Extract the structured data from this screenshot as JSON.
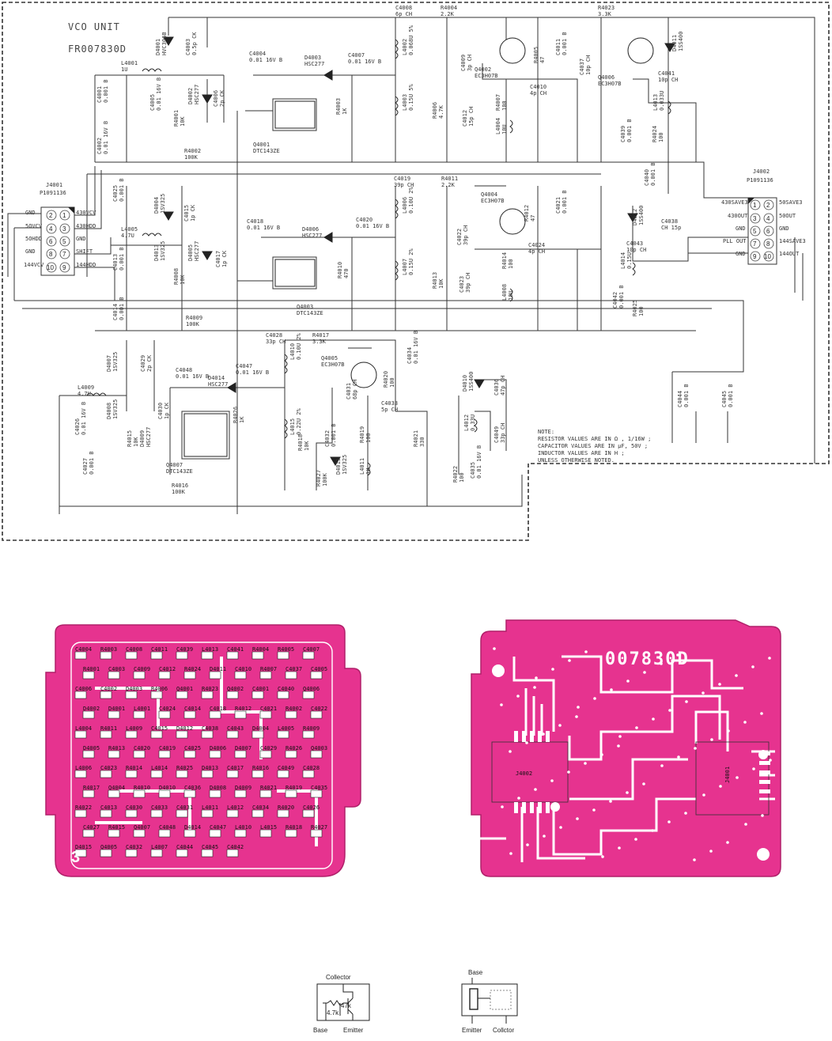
{
  "schematic": {
    "title": "VCO UNIT",
    "part_number": "FR007830D",
    "connectors": {
      "j4001": {
        "ref": "J4001",
        "part": "P1091136",
        "left_pins": [
          "GND",
          "5OVCV",
          "5OHDD",
          "GND",
          "144VCV"
        ],
        "right_pins": [
          "430VCV",
          "430HDD",
          "GND",
          "SHIFT",
          "144HDD"
        ],
        "pin_numbers": [
          "2",
          "1",
          "4",
          "3",
          "6",
          "5",
          "8",
          "7",
          "10",
          "9"
        ]
      },
      "j4002": {
        "ref": "J4002",
        "part": "P1091136",
        "left_pins": [
          "430SAVE3",
          "430OUT",
          "GND",
          "PLL OUT",
          "GND"
        ],
        "right_pins": [
          "50SAVE3",
          "50OUT",
          "GND",
          "144SAVE3",
          "144OUT"
        ],
        "pin_numbers": [
          "1",
          "2",
          "3",
          "4",
          "5",
          "6",
          "7",
          "8",
          "9",
          "10"
        ]
      }
    },
    "components": [
      {
        "ref": "C4001",
        "value": "0.001 B"
      },
      {
        "ref": "C4002",
        "value": "0.01 16V B"
      },
      {
        "ref": "L4001",
        "value": "1U"
      },
      {
        "ref": "C4005",
        "value": "0.01 16V B"
      },
      {
        "ref": "D4001",
        "value": "HVC306B"
      },
      {
        "ref": "R4001",
        "value": "10K"
      },
      {
        "ref": "C4003",
        "value": "0.5p CK"
      },
      {
        "ref": "D4002",
        "value": "HSC277"
      },
      {
        "ref": "C4006",
        "value": "2p CK"
      },
      {
        "ref": "R4002",
        "value": "100K"
      },
      {
        "ref": "C4004",
        "value": "0.01 16V B"
      },
      {
        "ref": "D4003",
        "value": "HSC277"
      },
      {
        "ref": "Q4001",
        "value": "DTC143ZE"
      },
      {
        "ref": "R4003",
        "value": "1K"
      },
      {
        "ref": "C4007",
        "value": "0.01 16V B"
      },
      {
        "ref": "L4002",
        "value": "0.068U 5%"
      },
      {
        "ref": "L4003",
        "value": "0.15U 5%"
      },
      {
        "ref": "C4008",
        "value": "6p CH"
      },
      {
        "ref": "R4004",
        "value": "2.2K"
      },
      {
        "ref": "C4009",
        "value": "3p CH"
      },
      {
        "ref": "C4012",
        "value": "15p CH"
      },
      {
        "ref": "R4006",
        "value": "4.7K"
      },
      {
        "ref": "R4007",
        "value": "100"
      },
      {
        "ref": "L4004",
        "value": "10U"
      },
      {
        "ref": "Q4002",
        "value": "EC3H07B"
      },
      {
        "ref": "R4005",
        "value": "47"
      },
      {
        "ref": "C4011",
        "value": "0.001 B"
      },
      {
        "ref": "C4010",
        "value": "4p CH"
      },
      {
        "ref": "C4037",
        "value": "10p CH"
      },
      {
        "ref": "R4023",
        "value": "3.3K"
      },
      {
        "ref": "Q4006",
        "value": "EC3H07B"
      },
      {
        "ref": "D4011",
        "value": "1SS400"
      },
      {
        "ref": "C4041",
        "value": "10p CH"
      },
      {
        "ref": "L4013",
        "value": "0.033U"
      },
      {
        "ref": "C4039",
        "value": "0.001 B"
      },
      {
        "ref": "R4024",
        "value": "100"
      },
      {
        "ref": "C4040",
        "value": "0.001 B"
      },
      {
        "ref": "C4025",
        "value": "0.001 B"
      },
      {
        "ref": "D4004",
        "value": "1SV325"
      },
      {
        "ref": "L4005",
        "value": "4.7U"
      },
      {
        "ref": "C4015",
        "value": "1p CK"
      },
      {
        "ref": "C4013",
        "value": "0.001 B"
      },
      {
        "ref": "D4013",
        "value": "1SV325"
      },
      {
        "ref": "R4008",
        "value": "10K"
      },
      {
        "ref": "D4005",
        "value": "HSC277"
      },
      {
        "ref": "C4017",
        "value": "1p CK"
      },
      {
        "ref": "C4014",
        "value": "0.001 B"
      },
      {
        "ref": "R4009",
        "value": "100K"
      },
      {
        "ref": "C4018",
        "value": "0.01 16V B"
      },
      {
        "ref": "D4006",
        "value": "HSC277"
      },
      {
        "ref": "Q4003",
        "value": "DTC143ZE"
      },
      {
        "ref": "R4010",
        "value": "470"
      },
      {
        "ref": "C4020",
        "value": "0.01 16V B"
      },
      {
        "ref": "L4006",
        "value": "0.10U 2%"
      },
      {
        "ref": "L4007",
        "value": "0.15U 2%"
      },
      {
        "ref": "C4019",
        "value": "39p CH"
      },
      {
        "ref": "R4011",
        "value": "2.2K"
      },
      {
        "ref": "Q4004",
        "value": "EC3H07B"
      },
      {
        "ref": "R4012",
        "value": "47"
      },
      {
        "ref": "C4021",
        "value": "0.001 B"
      },
      {
        "ref": "C4022",
        "value": "39p CH"
      },
      {
        "ref": "C4023",
        "value": "39p CH"
      },
      {
        "ref": "R4013",
        "value": "10K"
      },
      {
        "ref": "R4014",
        "value": "100"
      },
      {
        "ref": "L4008",
        "value": "10U"
      },
      {
        "ref": "C4024",
        "value": "4p CH"
      },
      {
        "ref": "D4012",
        "value": "1SS400"
      },
      {
        "ref": "C4038",
        "value": "CH 15p"
      },
      {
        "ref": "C4043",
        "value": "10p CH"
      },
      {
        "ref": "L4014",
        "value": "0.15U"
      },
      {
        "ref": "C4042",
        "value": "0.001 B"
      },
      {
        "ref": "R4025",
        "value": "100"
      },
      {
        "ref": "D4007",
        "value": "1SV325"
      },
      {
        "ref": "C4029",
        "value": "2p CK"
      },
      {
        "ref": "L4009",
        "value": "4.7U"
      },
      {
        "ref": "D4008",
        "value": "1SV325"
      },
      {
        "ref": "C4026",
        "value": "0.01 16V B"
      },
      {
        "ref": "C4027",
        "value": "0.001 B"
      },
      {
        "ref": "R4015",
        "value": "10K"
      },
      {
        "ref": "D4009",
        "value": "HSC277"
      },
      {
        "ref": "C4030",
        "value": "1p CK"
      },
      {
        "ref": "C4048",
        "value": "0.01 16V B"
      },
      {
        "ref": "D4014",
        "value": "HSC277"
      },
      {
        "ref": "Q4007",
        "value": "DTC143ZE"
      },
      {
        "ref": "R4016",
        "value": "100K"
      },
      {
        "ref": "R4026",
        "value": "1K"
      },
      {
        "ref": "C4047",
        "value": "0.01 16V B"
      },
      {
        "ref": "L4010",
        "value": "0.10U 2%"
      },
      {
        "ref": "L4015",
        "value": "0.22U 2%"
      },
      {
        "ref": "C4028",
        "value": "33p CH"
      },
      {
        "ref": "R4017",
        "value": "3.3K"
      },
      {
        "ref": "Q4005",
        "value": "EC3H07B"
      },
      {
        "ref": "C4031",
        "value": "68p CH"
      },
      {
        "ref": "C4032",
        "value": "0.001 B"
      },
      {
        "ref": "R4018",
        "value": "10K"
      },
      {
        "ref": "R4027",
        "value": "100K"
      },
      {
        "ref": "D4015",
        "value": "1SV325"
      },
      {
        "ref": "R4019",
        "value": "100"
      },
      {
        "ref": "L4011",
        "value": "1U"
      },
      {
        "ref": "R4020",
        "value": "100"
      },
      {
        "ref": "C4034",
        "value": "0.01 16V B"
      },
      {
        "ref": "C4033",
        "value": "5p CH"
      },
      {
        "ref": "R4021",
        "value": "330"
      },
      {
        "ref": "D4010",
        "value": "1SS400"
      },
      {
        "ref": "L4012",
        "value": "0.33U"
      },
      {
        "ref": "C4036",
        "value": "47p CH"
      },
      {
        "ref": "C4049",
        "value": "33p CH"
      },
      {
        "ref": "R4022",
        "value": "100"
      },
      {
        "ref": "C4035",
        "value": "0.01 16V B"
      },
      {
        "ref": "C4044",
        "value": "0.001 B"
      },
      {
        "ref": "C4045",
        "value": "0.001 B"
      }
    ],
    "note": [
      "NOTE:",
      "RESISTOR VALUES ARE IN Ω , 1/16W ;",
      "CAPACITOR VALUES ARE IN μF, 50V ;",
      "INDUCTOR VALUES ARE IN H ;",
      "UNLESS OTHERWISE NOTED."
    ]
  },
  "pcb": {
    "left_side_mark": "3",
    "right_side_label": "007830D",
    "right_connectors": [
      "J4002",
      "J4001"
    ],
    "left_refs": [
      "C4004",
      "R4003",
      "C4008",
      "C4011",
      "C4039",
      "L4013",
      "C4041",
      "R4004",
      "R4005",
      "C4007",
      "R4001",
      "C4003",
      "C4009",
      "C4012",
      "R4024",
      "D4011",
      "C4010",
      "R4007",
      "C4037",
      "C4005",
      "C4006",
      "C4002",
      "D4003",
      "R4006",
      "Q4001",
      "R4023",
      "Q4002",
      "C4001",
      "C4040",
      "Q4006",
      "D4002",
      "D4001",
      "L4001",
      "C4024",
      "C4014",
      "C4018",
      "R4012",
      "C4021",
      "R4002",
      "C4022",
      "L4004",
      "R4011",
      "L4009",
      "C4015",
      "D4012",
      "C4038",
      "C4043",
      "D4004",
      "L4005",
      "R4009",
      "D4005",
      "R4013",
      "C4020",
      "C4019",
      "C4025",
      "D4006",
      "D4007",
      "C4029",
      "R4026",
      "Q4003",
      "L4006",
      "C4023",
      "R4014",
      "L4014",
      "R4025",
      "D4013",
      "C4017",
      "R4016",
      "C4049",
      "C4028",
      "R4017",
      "Q4004",
      "R4010",
      "D4010",
      "C4036",
      "D4008",
      "D4009",
      "R4021",
      "R4019",
      "C4035",
      "R4022",
      "C4013",
      "C4030",
      "C4033",
      "C4031",
      "L4011",
      "L4012",
      "C4034",
      "R4020",
      "C4026",
      "C4027",
      "R4015",
      "Q4007",
      "C4048",
      "D4014",
      "C4047",
      "L4010",
      "L4015",
      "R4018",
      "R4027",
      "D4015",
      "Q4005",
      "C4032",
      "L4007",
      "C4044",
      "C4045",
      "C4042"
    ]
  },
  "legend": {
    "dtc": {
      "top": "Collector",
      "r1": "47k",
      "r2": "4.7k",
      "base": "Base",
      "emitter": "Emitter"
    },
    "pkg": {
      "top": "Base",
      "left": "Emitter",
      "right": "Collctor"
    }
  },
  "colors": {
    "pcb_pink": "#e6338f",
    "pcb_edge": "#b0206a",
    "ink": "#333333"
  }
}
